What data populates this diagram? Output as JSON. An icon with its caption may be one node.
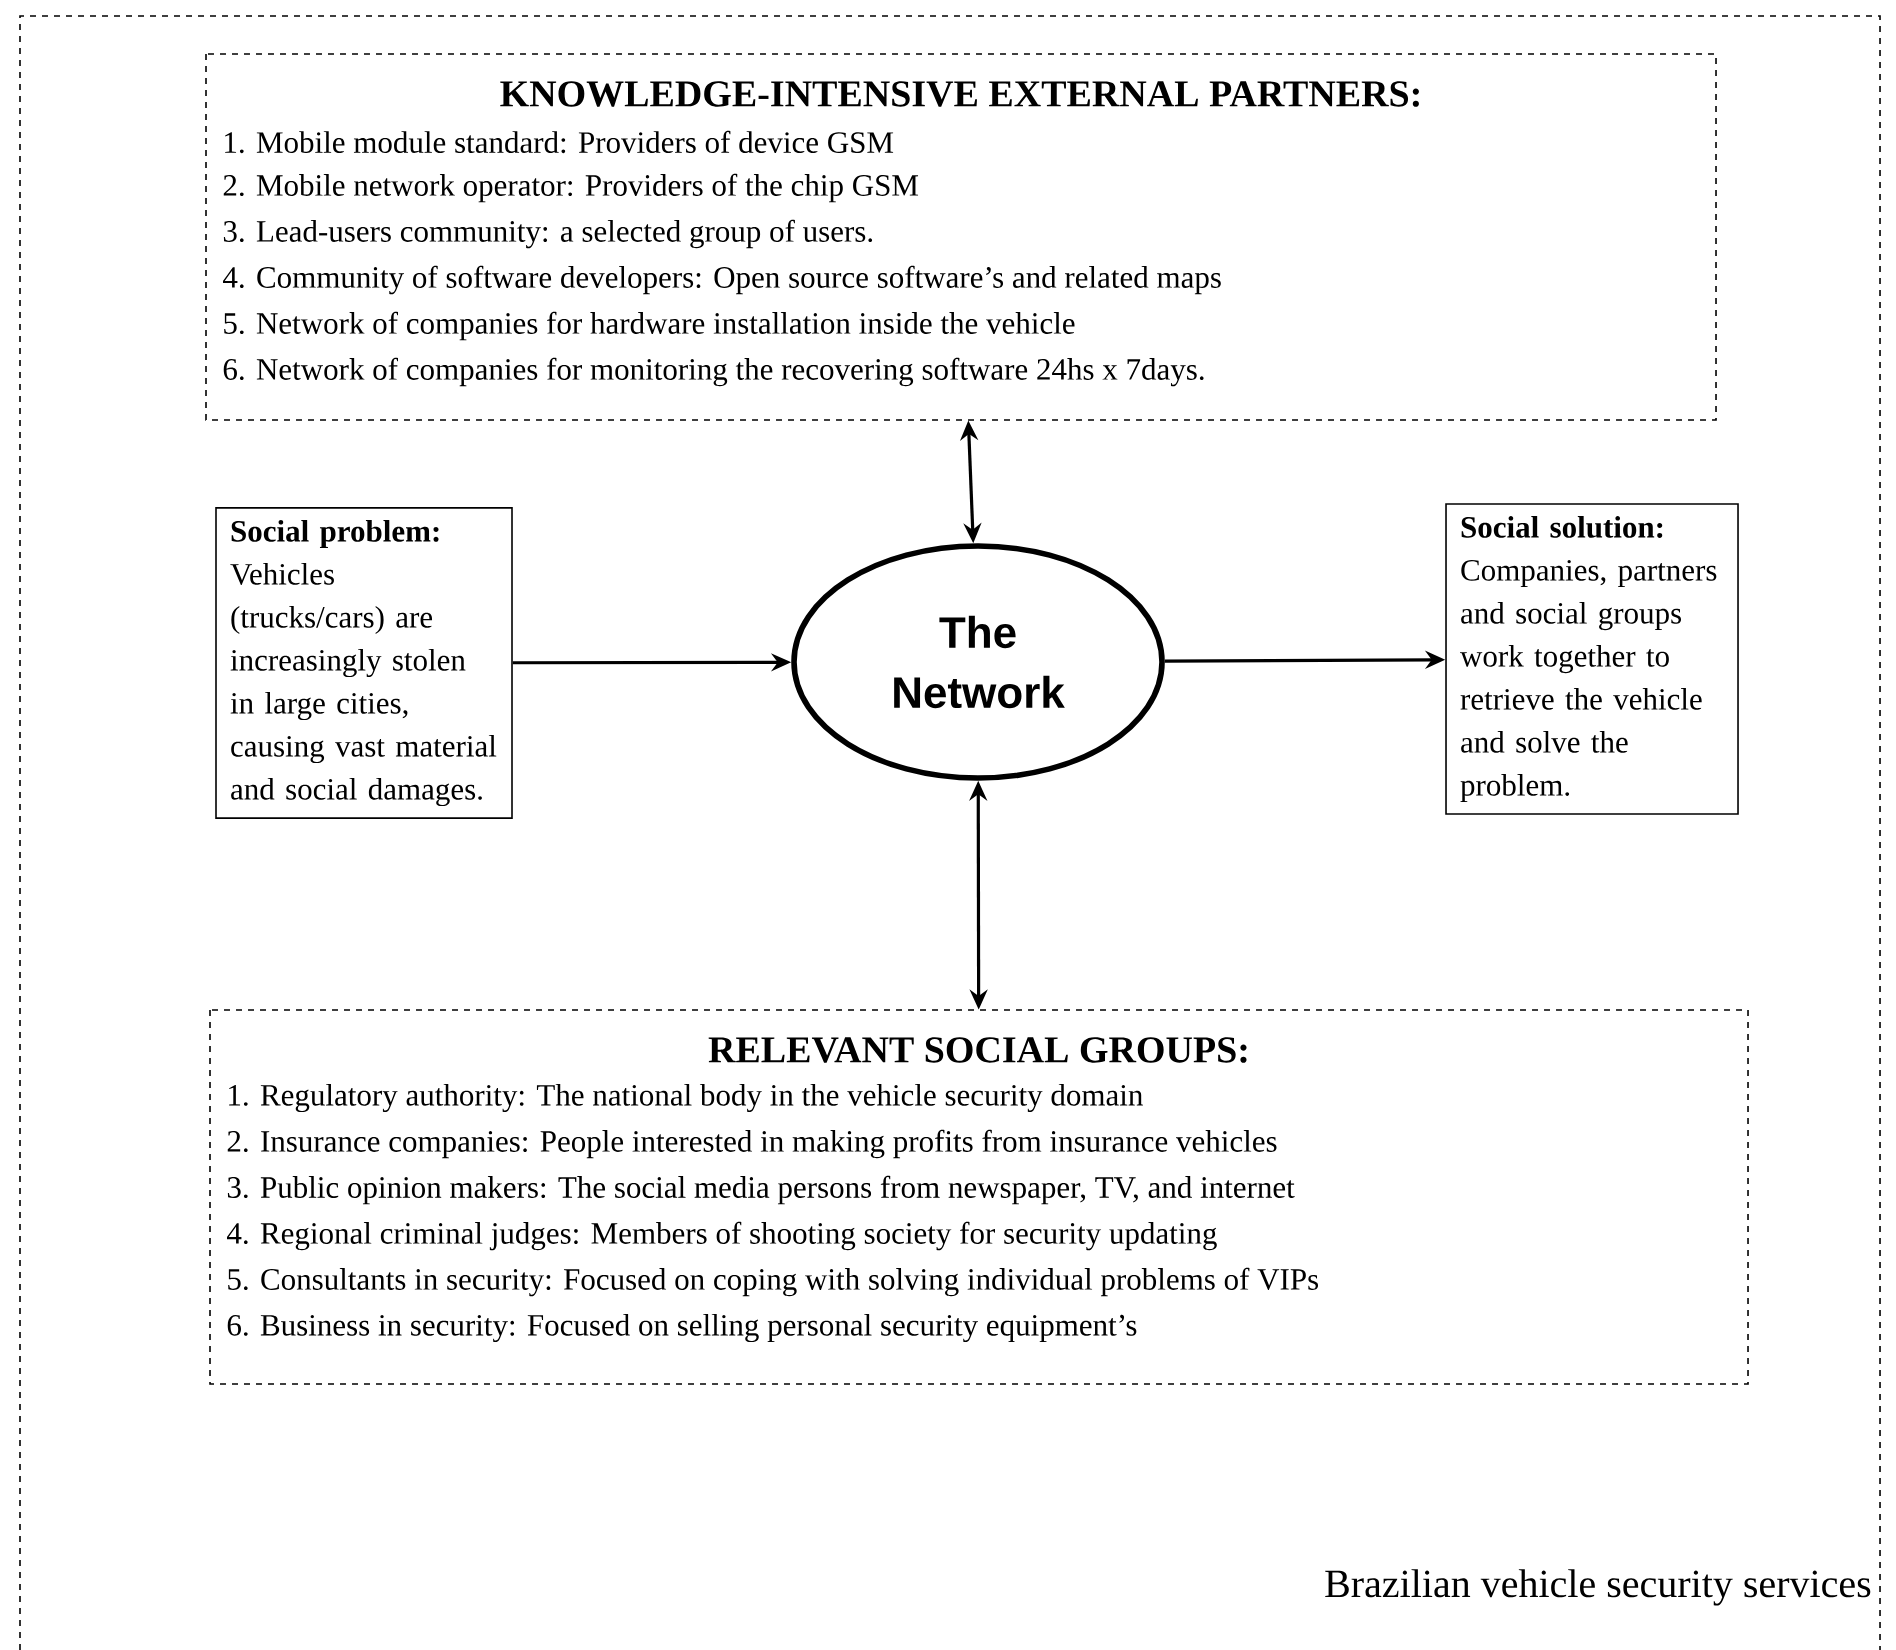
{
  "diagram": {
    "nodes": [
      {
        "text": [
          "KNOWLEDGE-INTENSIVE EXTERNAL PARTNERS:",
          "1. Mobile module standard: Providers of device GSM",
          "2. Mobile network operator: Providers of the chip GSM",
          "3. Lead-users community: a selected group of users.",
          "4. Community of software developers: Open source software’s and related maps",
          "5. Network of companies for hardware installation inside the vehicle",
          "6. Network of companies for monitoring the recovering software 24hs x 7days."
        ]
      },
      {
        "text": [
          "Social problem:",
          "Vehicles (trucks/cars) are increasingly stolen in large cities, causing vast material and social damages."
        ]
      },
      {
        "text": [
          "The Network"
        ]
      },
      {
        "text": [
          "Social solution:",
          "Companies, partners and social groups work together to retrieve the vehicle and solve the problem."
        ]
      },
      {
        "text": [
          "RELEVANT SOCIAL GROUPS:",
          "1. Regulatory authority: The national body in the vehicle security domain",
          "2. Insurance companies: People interested in making profits from insurance vehicles",
          "3. Public opinion makers: The social media persons from newspaper, TV, and internet",
          "4. Regional criminal judges: Members of shooting society for security updating",
          "5. Consultants in security: Focused on coping with solving individual problems of VIPs",
          "6. Business in security: Focused on selling personal security equipment’s"
        ]
      }
    ],
    "edges": [
      {
        "from": 2,
        "to": 0,
        "arrow": "both"
      },
      {
        "from": 1,
        "to": 2,
        "arrow": "to"
      },
      {
        "from": 2,
        "to": 3,
        "arrow": "to"
      },
      {
        "from": 2,
        "to": 4,
        "arrow": "both"
      }
    ],
    "labels": [
      "Brazilian vehicle security services"
    ]
  }
}
